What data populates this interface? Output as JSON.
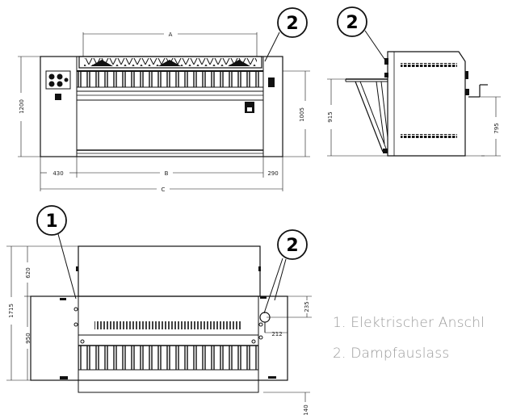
{
  "front_view": {
    "dim_a": "A",
    "dim_b": "B",
    "dim_c": "C",
    "dim_left": "430",
    "dim_right": "290",
    "height_total": "1200",
    "height_mid": "1005",
    "callout": "2"
  },
  "side_view": {
    "height_left": "915",
    "height_right": "795",
    "callout": "2"
  },
  "top_view": {
    "depth_front": "620",
    "depth_total": "1715",
    "depth_rear": "950",
    "steam_offset_v": "235",
    "steam_offset_h": "212",
    "depth_bottom": "140",
    "callout_1": "1",
    "callout_2": "2"
  },
  "legend": {
    "item_1": "1. Elektrischer Anschl",
    "item_2": "2. Dampfauslass"
  }
}
